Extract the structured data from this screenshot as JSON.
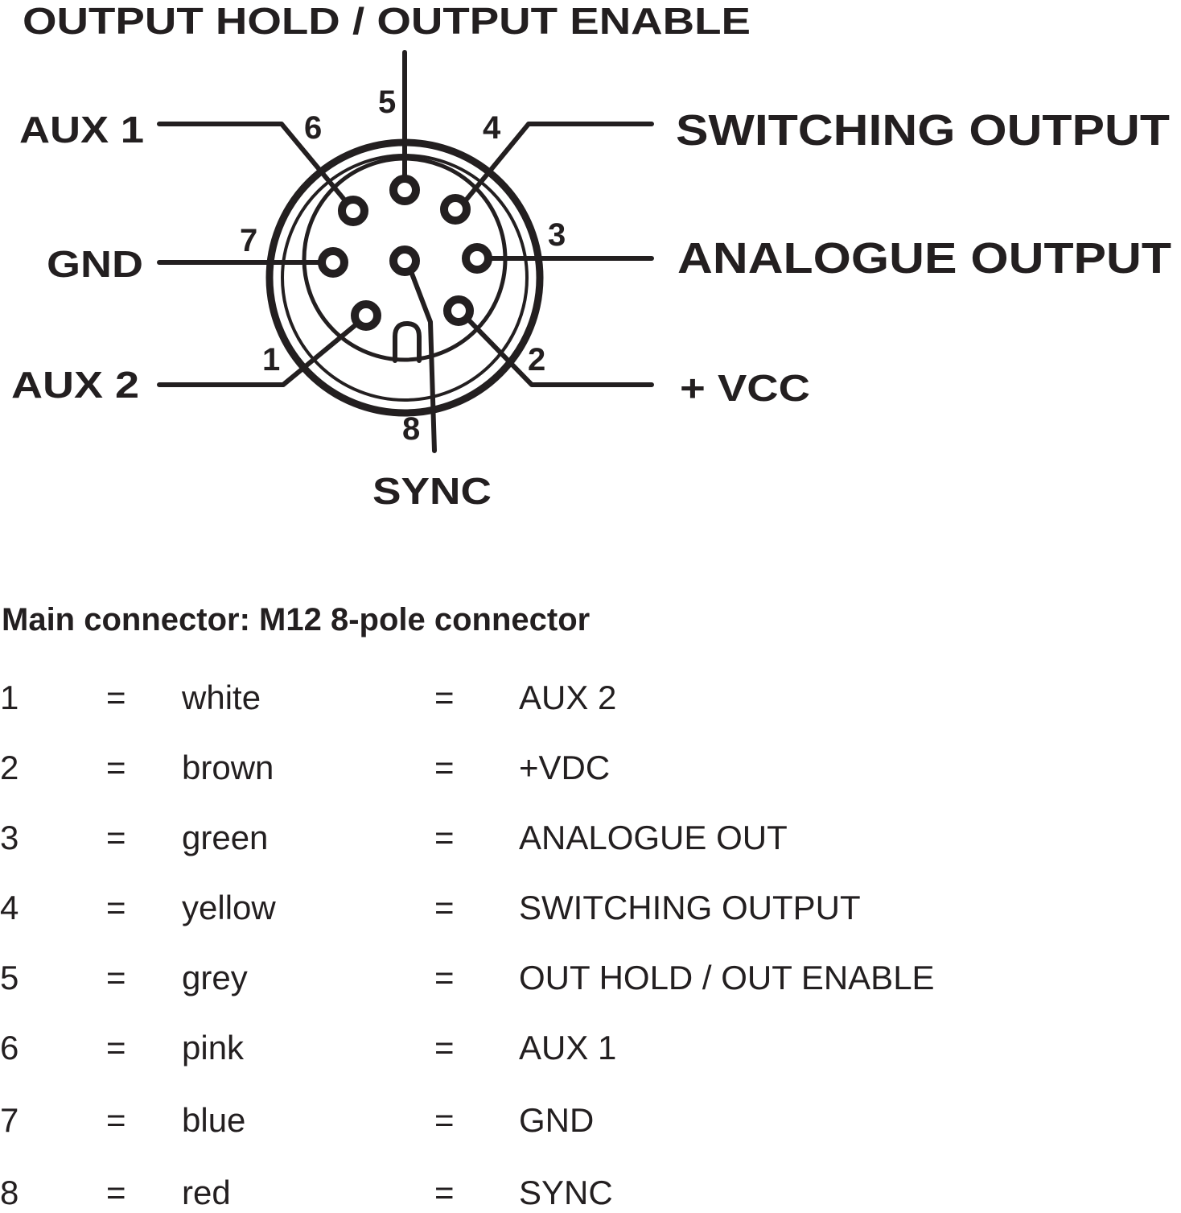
{
  "diagram": {
    "labels": {
      "top": "OUTPUT HOLD / OUTPUT ENABLE",
      "aux1": "AUX 1",
      "gnd": "GND",
      "aux2": "AUX 2",
      "switching": "SWITCHING OUTPUT",
      "analogue": "ANALOGUE OUTPUT",
      "vcc": "+ VCC",
      "sync": "SYNC"
    },
    "pin_numbers": [
      "1",
      "2",
      "3",
      "4",
      "5",
      "6",
      "7",
      "8"
    ]
  },
  "table": {
    "heading": "Main connector: M12 8-pole connector",
    "rows": [
      {
        "pin": "1",
        "eq": "=",
        "color": "white",
        "signal": "AUX 2"
      },
      {
        "pin": "2",
        "eq": "=",
        "color": "brown",
        "signal": "+VDC"
      },
      {
        "pin": "3",
        "eq": "=",
        "color": "green",
        "signal": "ANALOGUE OUT"
      },
      {
        "pin": "4",
        "eq": "=",
        "color": "yellow",
        "signal": "SWITCHING OUTPUT"
      },
      {
        "pin": "5",
        "eq": "=",
        "color": "grey",
        "signal": "OUT HOLD / OUT ENABLE"
      },
      {
        "pin": "6",
        "eq": "=",
        "color": "pink",
        "signal": "AUX 1"
      },
      {
        "pin": "7",
        "eq": "=",
        "color": "blue",
        "signal": "GND"
      },
      {
        "pin": "8",
        "eq": "=",
        "color": "red",
        "signal": "SYNC"
      }
    ]
  }
}
